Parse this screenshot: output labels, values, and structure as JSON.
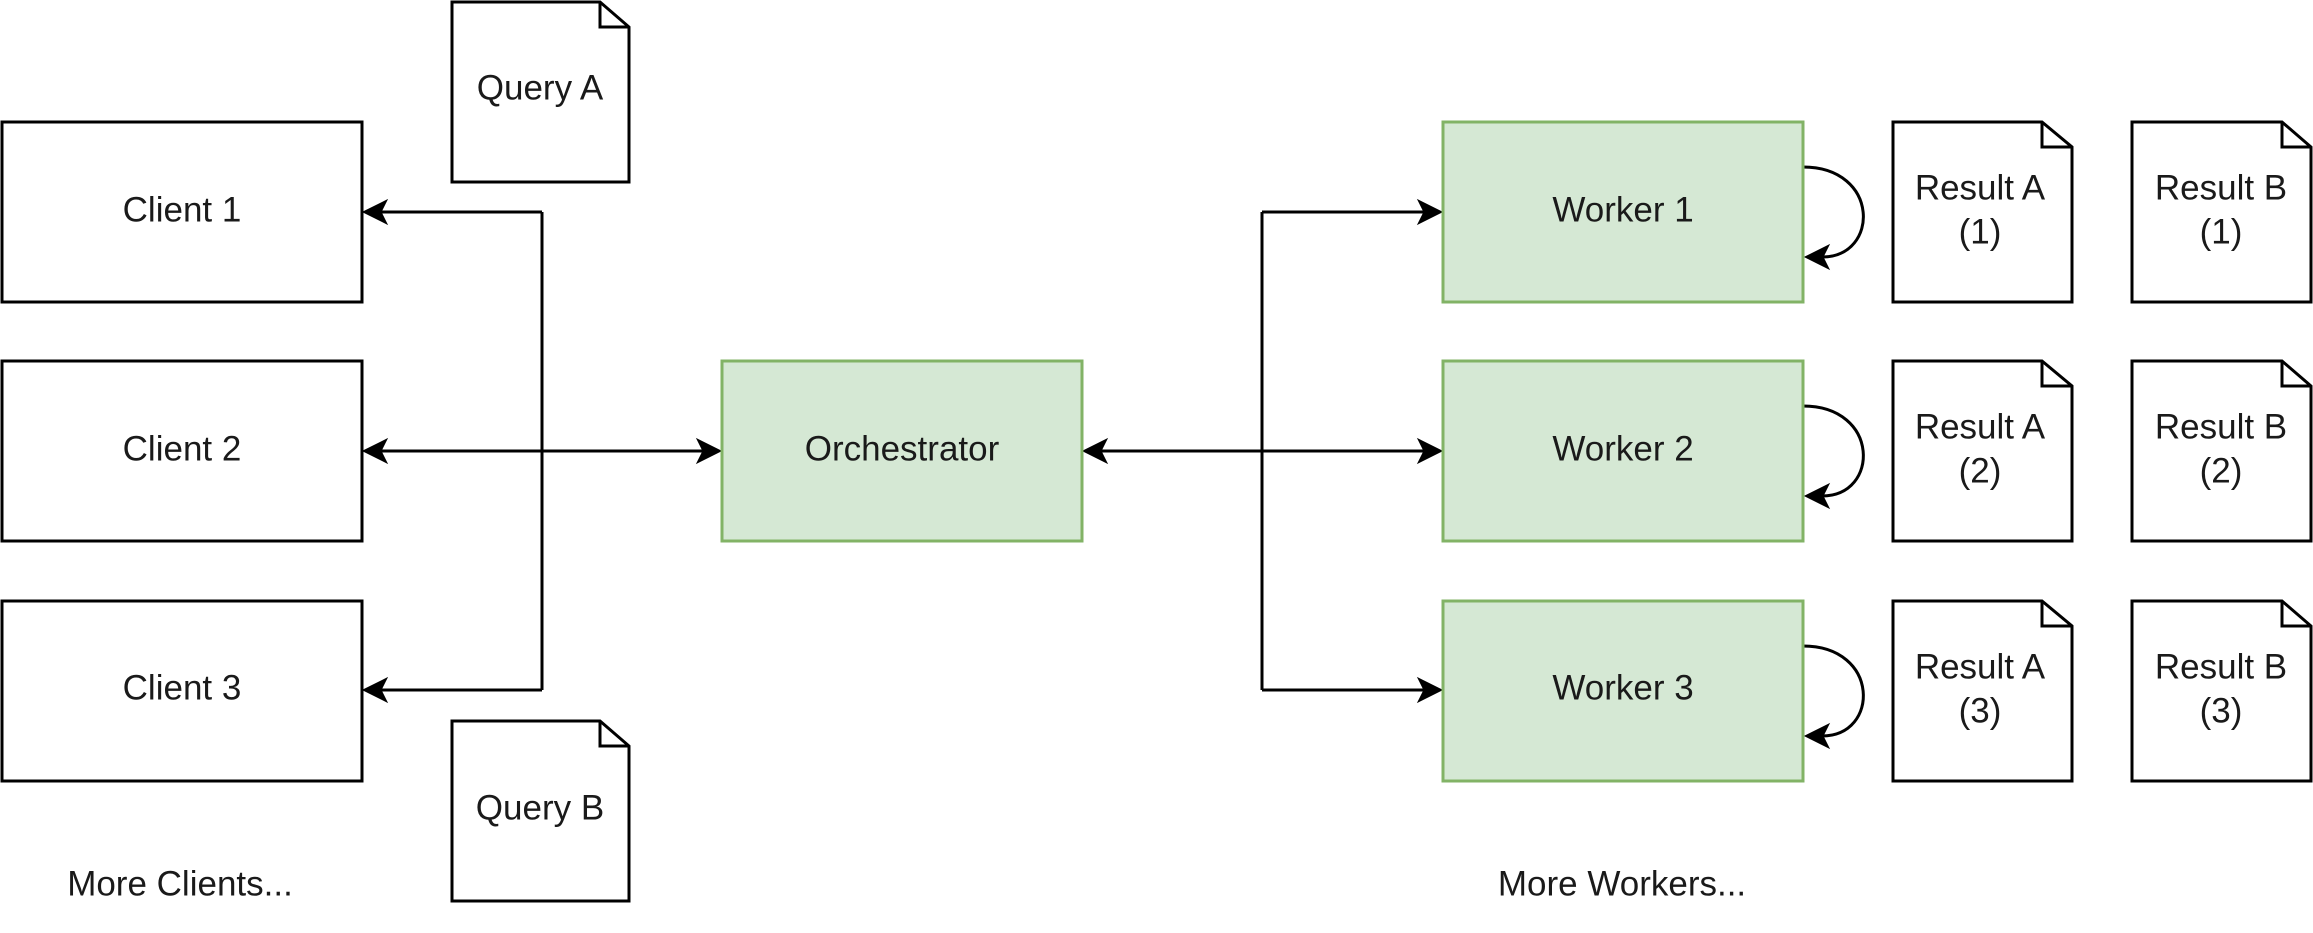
{
  "clients": [
    {
      "label": "Client 1"
    },
    {
      "label": "Client 2"
    },
    {
      "label": "Client 3"
    }
  ],
  "more_clients": "More Clients...",
  "queries": [
    {
      "label": "Query A"
    },
    {
      "label": "Query B"
    }
  ],
  "orchestrator": {
    "label": "Orchestrator"
  },
  "workers": [
    {
      "label": "Worker 1"
    },
    {
      "label": "Worker 2"
    },
    {
      "label": "Worker 3"
    }
  ],
  "more_workers": "More Workers...",
  "results_a": [
    {
      "line1": "Result A",
      "line2": "(1)"
    },
    {
      "line1": "Result A",
      "line2": "(2)"
    },
    {
      "line1": "Result A",
      "line2": "(3)"
    }
  ],
  "results_b": [
    {
      "line1": "Result B",
      "line2": "(1)"
    },
    {
      "line1": "Result B",
      "line2": "(2)"
    },
    {
      "line1": "Result B",
      "line2": "(3)"
    }
  ],
  "colors": {
    "worker_fill": "#d5e8d4",
    "worker_stroke": "#82b366"
  }
}
